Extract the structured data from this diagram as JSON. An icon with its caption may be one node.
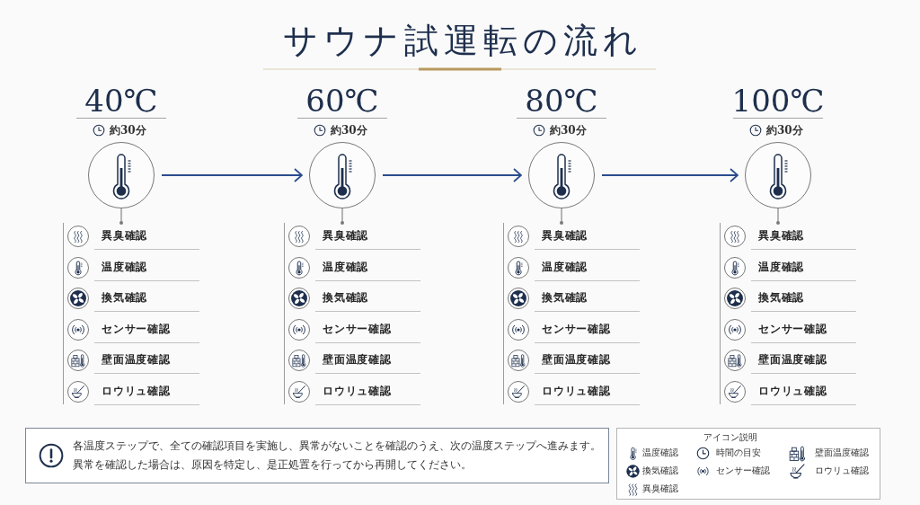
{
  "diagram": {
    "title": "サウナ試運転の流れ",
    "nodes": [
      {
        "text": [],
        "shape": "circle",
        "beside": [
          "40℃",
          "約30分"
        ]
      },
      {
        "text": [
          "異臭確認",
          "温度確認",
          "換気確認",
          "センサー確認",
          "壁面温度確認",
          "ロウリュ確認"
        ]
      },
      {
        "text": [],
        "shape": "circle",
        "beside": [
          "60℃",
          "約30分"
        ]
      },
      {
        "text": [
          "異臭確認",
          "温度確認",
          "換気確認",
          "センサー確認",
          "壁面温度確認",
          "ロウリュ確認"
        ]
      },
      {
        "text": [],
        "shape": "circle",
        "beside": [
          "80℃",
          "約30分"
        ]
      },
      {
        "text": [
          "異臭確認",
          "温度確認",
          "換気確認",
          "センサー確認",
          "壁面温度確認",
          "ロウリュ確認"
        ]
      },
      {
        "text": [],
        "shape": "circle",
        "beside": [
          "100℃",
          "約30分"
        ]
      },
      {
        "text": [
          "異臭確認",
          "温度確認",
          "換気確認",
          "センサー確認",
          "壁面温度確認",
          "ロウリュ確認"
        ]
      },
      {
        "text": [
          "各温度ステップで、全ての確認項目を実施し、異常がないことを確認のうえ、次の温度ステップへ進みます。",
          "異常を確認した場合は、原因を特定し、是正処置を行ってから再開してください。"
        ]
      }
    ],
    "edges": [
      {
        "from": 0,
        "to": 2,
        "arrow": "to",
        "color": "#2b4c8c"
      },
      {
        "from": 2,
        "to": 4,
        "arrow": "to",
        "color": "#2b4c8c"
      },
      {
        "from": 4,
        "to": 6,
        "arrow": "to",
        "color": "#2b4c8c"
      },
      {
        "from": 0,
        "to": 1,
        "arrow": "other"
      },
      {
        "from": 2,
        "to": 3,
        "arrow": "other"
      },
      {
        "from": 4,
        "to": 5,
        "arrow": "other"
      },
      {
        "from": 6,
        "to": 7,
        "arrow": "other"
      }
    ],
    "labels": [
      "アイコン説明"
    ],
    "legend": [
      {
        "text": "温度確認"
      },
      {
        "text": "時間の目安"
      },
      {
        "text": "壁面温度確認"
      },
      {
        "text": "換気確認"
      },
      {
        "text": "センサー確認"
      },
      {
        "text": "ロウリュ確認"
      },
      {
        "text": "異臭確認"
      }
    ]
  }
}
